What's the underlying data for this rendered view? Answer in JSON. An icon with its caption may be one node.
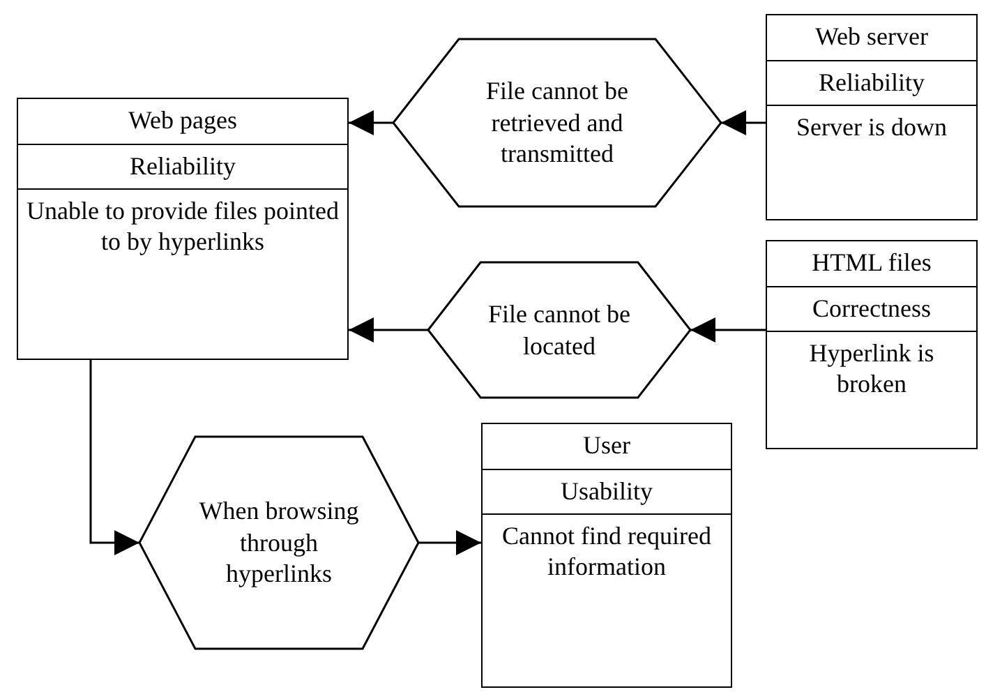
{
  "diagram": {
    "nodes": [
      {
        "text": [
          "Web pages",
          "Reliability",
          "Unable to provide files pointed to by hyperlinks"
        ]
      },
      {
        "text": [
          "File cannot be retrieved and transmitted"
        ]
      },
      {
        "text": [
          "Web server",
          "Reliability",
          "Server is down"
        ]
      },
      {
        "text": [
          "File cannot be located"
        ]
      },
      {
        "text": [
          "HTML files",
          "Correctness",
          "Hyperlink is broken"
        ]
      },
      {
        "text": [
          "When browsing through hyperlinks"
        ]
      },
      {
        "text": [
          "User",
          "Usability",
          "Cannot find required information"
        ]
      }
    ],
    "edges": [
      {
        "from": 2,
        "to": 1,
        "arrow": "to"
      },
      {
        "from": 1,
        "to": 0,
        "arrow": "to"
      },
      {
        "from": 4,
        "to": 3,
        "arrow": "to"
      },
      {
        "from": 3,
        "to": 0,
        "arrow": "to"
      },
      {
        "from": 0,
        "to": 5,
        "arrow": "to"
      },
      {
        "from": 5,
        "to": 6,
        "arrow": "to"
      }
    ]
  }
}
